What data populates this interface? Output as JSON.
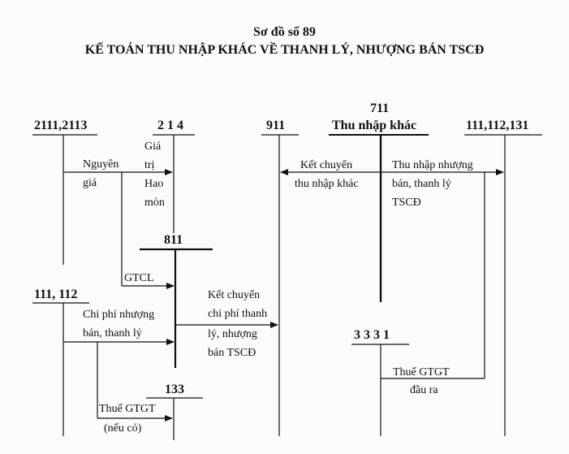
{
  "diagram": {
    "title_line1": "Sơ đồ số 89",
    "title_line2": "KẾ TOÁN THU NHẬP KHÁC VỀ THANH LÝ, NHƯỢNG BÁN TSCĐ",
    "accounts": {
      "a2111": "2111,2113",
      "a214": "2 1 4",
      "a911": "911",
      "a711_num": "711",
      "a711_name": "Thu nhập khác",
      "a111_top": "111,112,131",
      "a811": "811",
      "a111_left": "111, 112",
      "a3331": "3 3 3 1",
      "a133": "133"
    },
    "labels": {
      "nguyen_gia_1": "Nguyên",
      "nguyen_gia_2": "giá",
      "gia_tri_1": "Giá",
      "gia_tri_2": "trị",
      "gia_tri_3": "Hao",
      "gia_tri_4": "mòn",
      "gtcl": "GTCL",
      "kc_thu_1": "Kết chuyển",
      "kc_thu_2": "thu nhập khác",
      "thu_nhap_1": "Thu nhập nhượng",
      "thu_nhap_2": "bán, thanh lý",
      "thu_nhap_3": "TSCĐ",
      "chi_phi_1": "Chi phí nhượng",
      "chi_phi_2": "bán, thanh lý",
      "kc_chi_1": "Kết chuyển",
      "kc_chi_2": "chi phí thanh",
      "kc_chi_3": "lý, nhượng",
      "kc_chi_4": "bán TSCĐ",
      "thue_ra_1": "Thuế GTGT",
      "thue_ra_2": "đầu ra",
      "thue_vao_1": "Thuế GTGT",
      "thue_vao_2": "(nếu có)"
    }
  }
}
